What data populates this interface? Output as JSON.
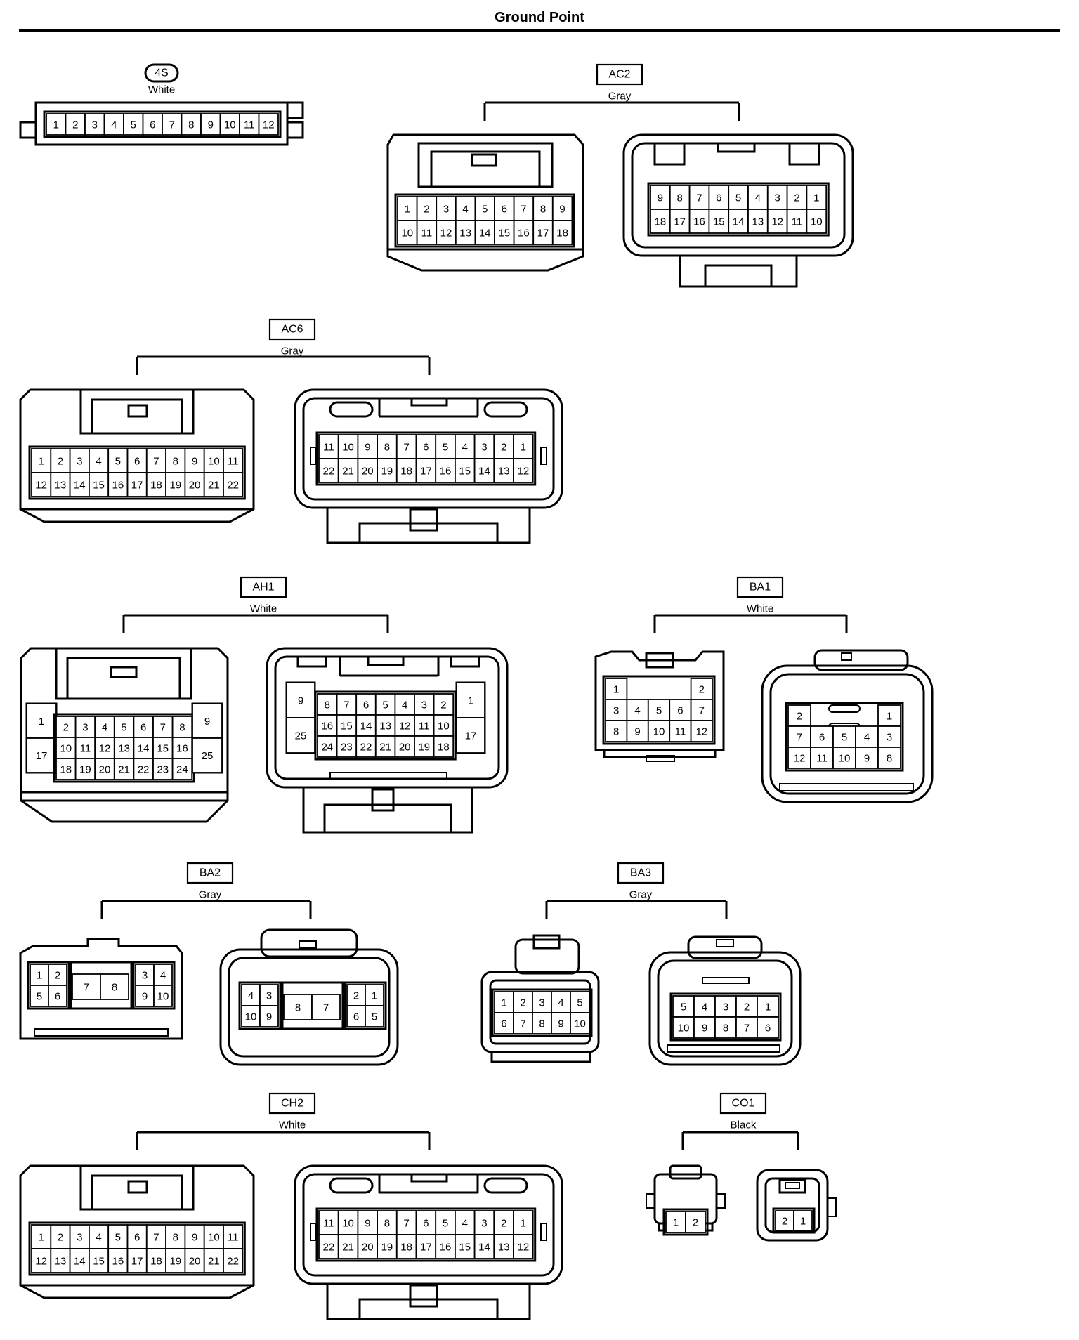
{
  "title": "Ground Point",
  "connectors": [
    {
      "id": "4S",
      "color": "White",
      "label_style": "oval",
      "views": [
        {
          "rows": [
            [
              "1",
              "2",
              "3",
              "4",
              "5",
              "6",
              "7",
              "8",
              "9",
              "10",
              "11",
              "12"
            ]
          ]
        }
      ]
    },
    {
      "id": "AC2",
      "color": "Gray",
      "label_style": "box",
      "views": [
        {
          "rows": [
            [
              "1",
              "2",
              "3",
              "4",
              "5",
              "6",
              "7",
              "8",
              "9"
            ],
            [
              "10",
              "11",
              "12",
              "13",
              "14",
              "15",
              "16",
              "17",
              "18"
            ]
          ]
        },
        {
          "rows": [
            [
              "9",
              "8",
              "7",
              "6",
              "5",
              "4",
              "3",
              "2",
              "1"
            ],
            [
              "18",
              "17",
              "16",
              "15",
              "14",
              "13",
              "12",
              "11",
              "10"
            ]
          ]
        }
      ]
    },
    {
      "id": "AC6",
      "color": "Gray",
      "label_style": "box",
      "views": [
        {
          "rows": [
            [
              "1",
              "2",
              "3",
              "4",
              "5",
              "6",
              "7",
              "8",
              "9",
              "10",
              "11"
            ],
            [
              "12",
              "13",
              "14",
              "15",
              "16",
              "17",
              "18",
              "19",
              "20",
              "21",
              "22"
            ]
          ]
        },
        {
          "rows": [
            [
              "11",
              "10",
              "9",
              "8",
              "7",
              "6",
              "5",
              "4",
              "3",
              "2",
              "1"
            ],
            [
              "22",
              "21",
              "20",
              "19",
              "18",
              "17",
              "16",
              "15",
              "14",
              "13",
              "12"
            ]
          ]
        }
      ]
    },
    {
      "id": "AH1",
      "color": "White",
      "label_style": "box",
      "views": [
        {
          "left": [
            "1",
            "17"
          ],
          "rows": [
            [
              "2",
              "3",
              "4",
              "5",
              "6",
              "7",
              "8"
            ],
            [
              "10",
              "11",
              "12",
              "13",
              "14",
              "15",
              "16"
            ],
            [
              "18",
              "19",
              "20",
              "21",
              "22",
              "23",
              "24"
            ]
          ],
          "right": [
            "9",
            "25"
          ]
        },
        {
          "left": [
            "9",
            "25"
          ],
          "rows": [
            [
              "8",
              "7",
              "6",
              "5",
              "4",
              "3",
              "2"
            ],
            [
              "16",
              "15",
              "14",
              "13",
              "12",
              "11",
              "10"
            ],
            [
              "24",
              "23",
              "22",
              "21",
              "20",
              "19",
              "18"
            ]
          ],
          "right": [
            "1",
            "17"
          ]
        }
      ]
    },
    {
      "id": "BA1",
      "color": "White",
      "label_style": "box",
      "views": [
        {
          "rows": [
            [
              "1",
              "",
              "",
              "",
              "2"
            ],
            [
              "3",
              "4",
              "5",
              "6",
              "7"
            ],
            [
              "8",
              "9",
              "10",
              "11",
              "12"
            ]
          ]
        },
        {
          "rows": [
            [
              "2",
              "",
              "",
              "",
              "1"
            ],
            [
              "7",
              "6",
              "5",
              "4",
              "3"
            ],
            [
              "12",
              "11",
              "10",
              "9",
              "8"
            ]
          ]
        }
      ]
    },
    {
      "id": "BA2",
      "color": "Gray",
      "label_style": "box",
      "views": [
        {
          "left": [
            [
              "1",
              "2"
            ],
            [
              "5",
              "6"
            ]
          ],
          "middle": [
            "7",
            "8"
          ],
          "right": [
            [
              "3",
              "4"
            ],
            [
              "9",
              "10"
            ]
          ]
        },
        {
          "left": [
            [
              "4",
              "3"
            ],
            [
              "10",
              "9"
            ]
          ],
          "middle": [
            "8",
            "7"
          ],
          "right": [
            [
              "2",
              "1"
            ],
            [
              "6",
              "5"
            ]
          ]
        }
      ]
    },
    {
      "id": "BA3",
      "color": "Gray",
      "label_style": "box",
      "views": [
        {
          "rows": [
            [
              "1",
              "2",
              "3",
              "4",
              "5"
            ],
            [
              "6",
              "7",
              "8",
              "9",
              "10"
            ]
          ]
        },
        {
          "rows": [
            [
              "5",
              "4",
              "3",
              "2",
              "1"
            ],
            [
              "10",
              "9",
              "8",
              "7",
              "6"
            ]
          ]
        }
      ]
    },
    {
      "id": "CH2",
      "color": "White",
      "label_style": "box",
      "views": [
        {
          "rows": [
            [
              "1",
              "2",
              "3",
              "4",
              "5",
              "6",
              "7",
              "8",
              "9",
              "10",
              "11"
            ],
            [
              "12",
              "13",
              "14",
              "15",
              "16",
              "17",
              "18",
              "19",
              "20",
              "21",
              "22"
            ]
          ]
        },
        {
          "rows": [
            [
              "11",
              "10",
              "9",
              "8",
              "7",
              "6",
              "5",
              "4",
              "3",
              "2",
              "1"
            ],
            [
              "22",
              "21",
              "20",
              "19",
              "18",
              "17",
              "16",
              "15",
              "14",
              "13",
              "12"
            ]
          ]
        }
      ]
    },
    {
      "id": "CO1",
      "color": "Black",
      "label_style": "box",
      "views": [
        {
          "rows": [
            [
              "1",
              "2"
            ]
          ]
        },
        {
          "rows": [
            [
              "2",
              "1"
            ]
          ]
        }
      ]
    }
  ]
}
